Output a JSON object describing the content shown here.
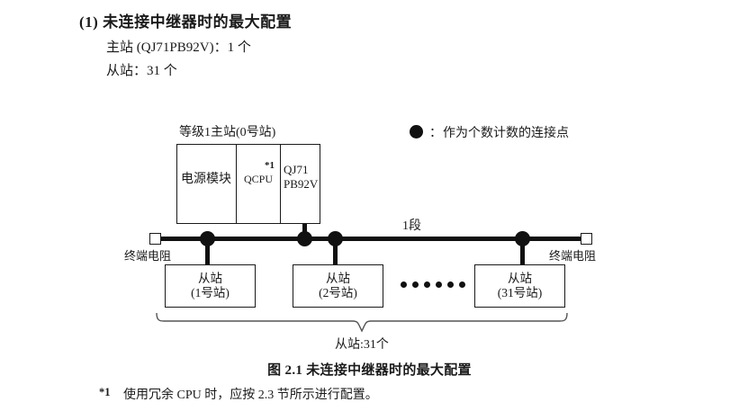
{
  "heading": {
    "number": "(1)",
    "title": "(1) 未连接中继器时的最大配置",
    "spec_master": "主站 (QJ71PB92V)：1 个",
    "spec_slave": "从站：31 个"
  },
  "legend": {
    "symbol": "●",
    "colon": "：",
    "text": "作为个数计数的连接点"
  },
  "figure": {
    "master_caption": "等级1主站(0号站)",
    "rack": {
      "power_label": "电源模块",
      "cpu_label": "QCPU",
      "cpu_note": "*1",
      "master_module_label": "QJ71\nPB92V",
      "master_module_line1": "QJ71",
      "master_module_line2": "PB92V"
    },
    "bus": {
      "segment_label": "1段",
      "terminator_left": "终端电阻",
      "terminator_right": "终端电阻"
    },
    "slaves": [
      {
        "name": "从站",
        "station": "(1号站)"
      },
      {
        "name": "从站",
        "station": "(2号站)"
      },
      {
        "name": "从站",
        "station": "(31号站)"
      }
    ],
    "ellipsis_dot_count": 6,
    "brace_label": "从站:31个",
    "caption": "图 2.1  未连接中继器时的最大配置"
  },
  "footnote": {
    "mark": "*1",
    "text": "使用冗余 CPU 时，应按 2.3 节所示进行配置。"
  },
  "colors": {
    "ink": "#1a1a1a",
    "fill": "#111111",
    "page": "#ffffff"
  }
}
